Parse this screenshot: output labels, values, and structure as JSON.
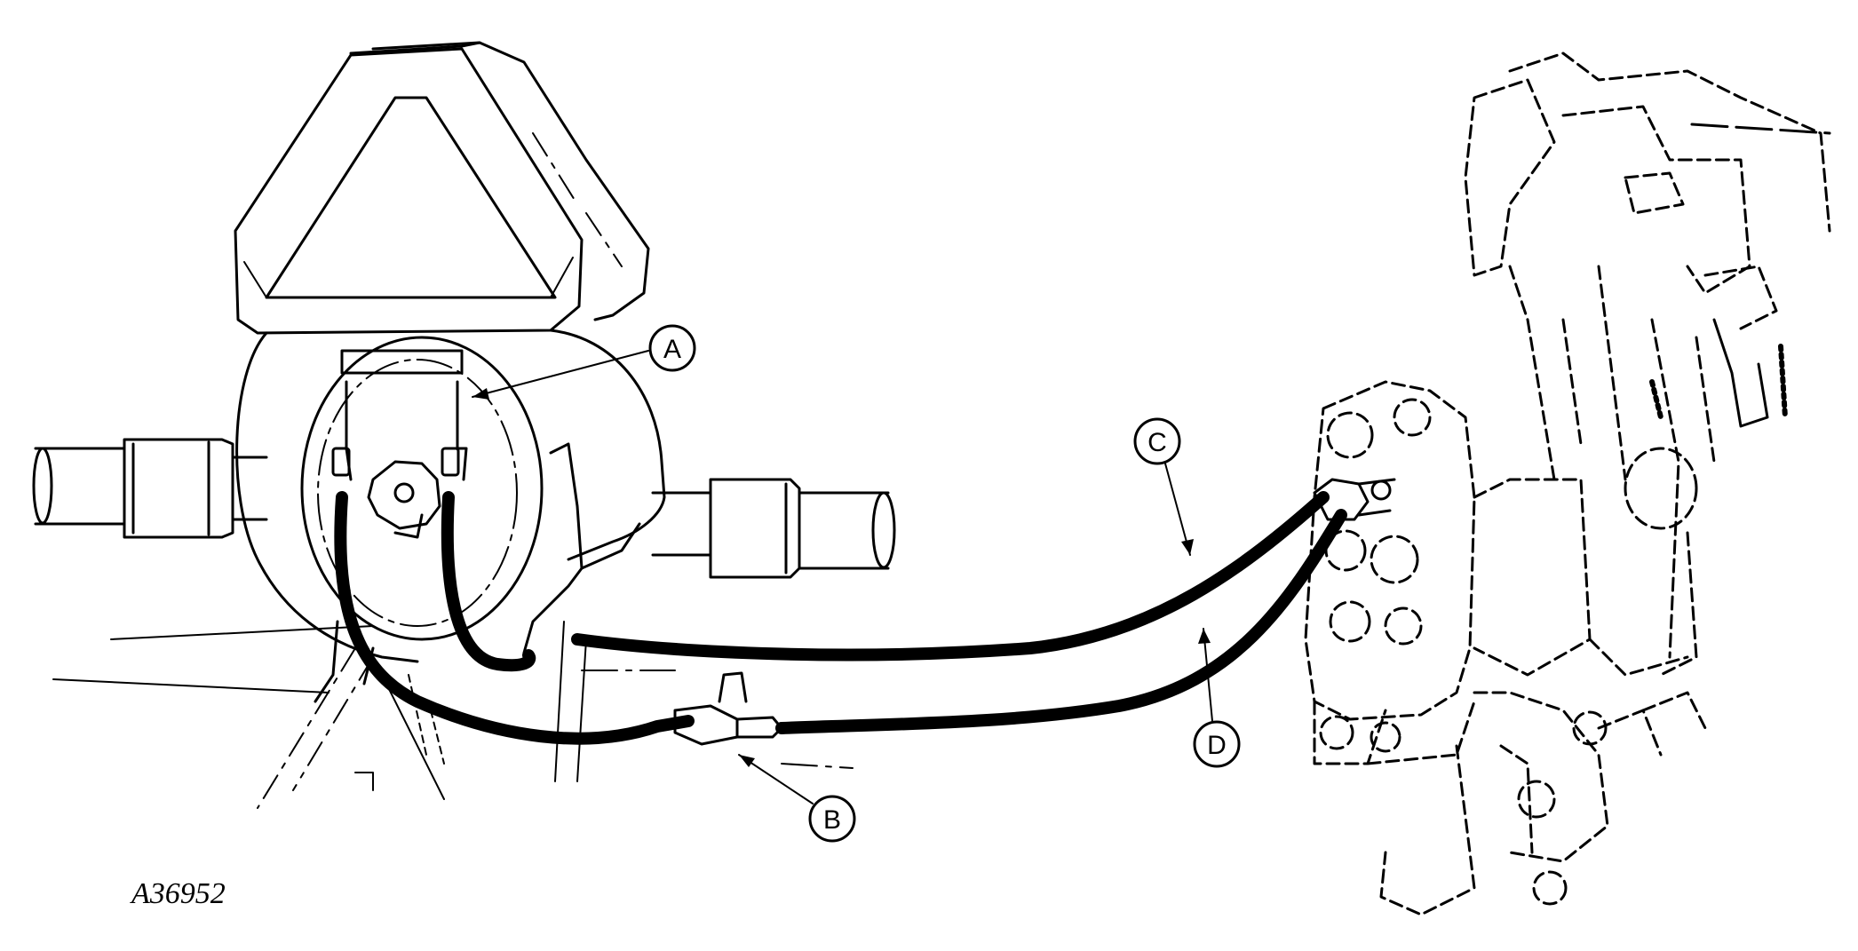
{
  "figure": {
    "callouts": {
      "a": "A",
      "b": "B",
      "c": "C",
      "d": "D"
    },
    "figure_id": "A36952",
    "colors": {
      "ink": "#000000",
      "paper": "#ffffff"
    }
  }
}
